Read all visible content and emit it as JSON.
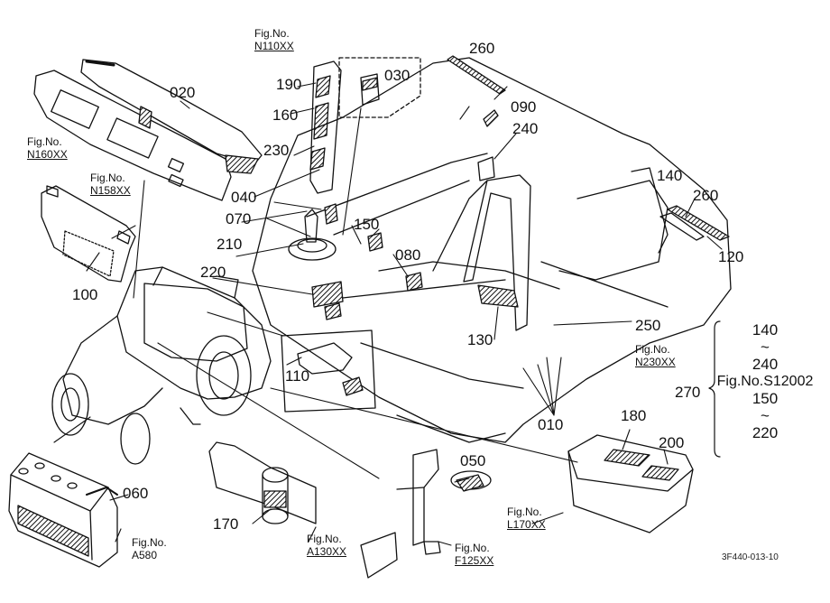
{
  "parts": {
    "p020": "020",
    "p030": "030",
    "p040": "040",
    "p050": "050",
    "p060": "060",
    "p070": "070",
    "p080": "080",
    "p090": "090",
    "p100": "100",
    "p110": "110",
    "p120": "120",
    "p130": "130",
    "p140": "140",
    "p150": "150",
    "p160": "160",
    "p170": "170",
    "p180": "180",
    "p190": "190",
    "p200": "200",
    "p210": "210",
    "p220": "220",
    "p230": "230",
    "p240": "240",
    "p250": "250",
    "p260a": "260",
    "p260b": "260",
    "p270": "270",
    "p010": "010"
  },
  "figrefs": {
    "fig_label": "Fig.No.",
    "n110": "N110XX",
    "n160": "N160XX",
    "n158": "N158XX",
    "n230": "N230XX",
    "l170": "L170XX",
    "a580": "A580",
    "a130": "A130XX",
    "f125": "F125XX"
  },
  "range_group": {
    "start": "140",
    "tilde1": "~",
    "mid1": "240",
    "fig": "Fig.No.S12002",
    "mid2": "150",
    "tilde2": "~",
    "end": "220"
  },
  "drawing_ref": "3F440-013-10"
}
